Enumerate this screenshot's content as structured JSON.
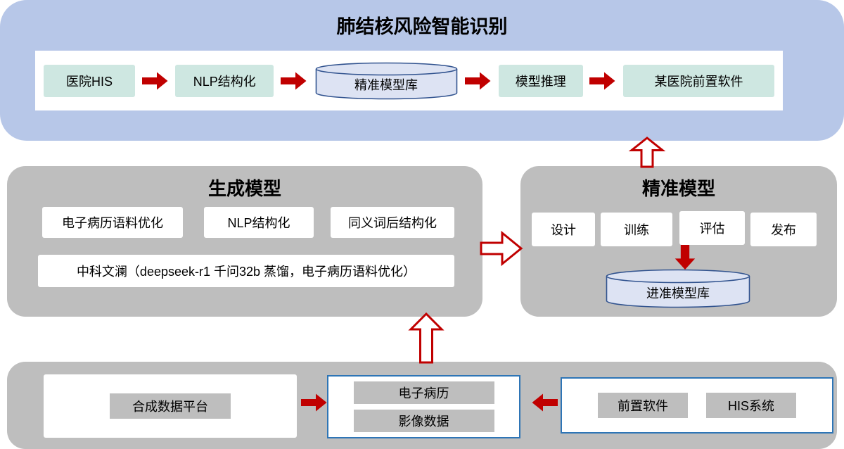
{
  "colors": {
    "panel_blue": "#B7C7E8",
    "panel_gray": "#BEBEBE",
    "box_teal": "#CEE7E1",
    "cylinder_fill": "#DDE3F3",
    "cylinder_stroke": "#31538F",
    "arrow_red": "#C00000",
    "border_blue": "#2E75B6"
  },
  "top_panel": {
    "title": "肺结核风险智能识别",
    "steps": {
      "hospital_his": "医院HIS",
      "nlp_structuring": "NLP结构化",
      "model_db": "精准模型库",
      "inference": "模型推理",
      "hospital_frontend": "某医院前置软件"
    }
  },
  "generation_panel": {
    "title": "生成模型",
    "items": {
      "emr_corpus_opt": "电子病历语料优化",
      "nlp_structuring": "NLP结构化",
      "synonym_structuring": "同义词后结构化",
      "base_model": "中科文澜（deepseek-r1 千问32b 蒸馏，电子病历语料优化）"
    }
  },
  "precision_panel": {
    "title": "精准模型",
    "steps": {
      "design": "设计",
      "train": "训练",
      "evaluate": "评估",
      "publish": "发布"
    },
    "model_db": "进准模型库"
  },
  "data_panel": {
    "synth_platform": "合成数据平台",
    "emr": "电子病历",
    "imaging": "影像数据",
    "frontend": "前置软件",
    "his_system": "HIS系统"
  }
}
